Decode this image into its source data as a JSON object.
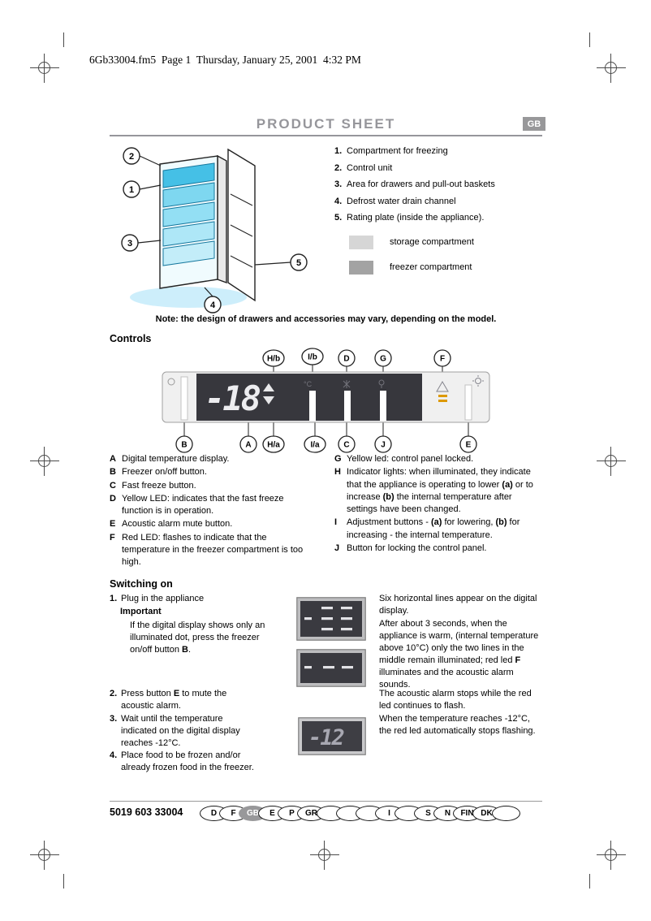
{
  "page": {
    "header_line": "6Gb33004.fm5  Page 1  Thursday, January 25, 2001  4:32 PM",
    "title": "PRODUCT SHEET",
    "lang_badge": "GB"
  },
  "parts_list": {
    "items": [
      {
        "num": "1.",
        "text": "Compartment for freezing"
      },
      {
        "num": "2.",
        "text": "Control unit"
      },
      {
        "num": "3.",
        "text": "Area for drawers and pull-out baskets"
      },
      {
        "num": "4.",
        "text": "Defrost water drain channel"
      },
      {
        "num": "5.",
        "text": "Rating plate (inside the appliance)."
      }
    ],
    "callout_numbers": [
      "1",
      "2",
      "3",
      "4",
      "5"
    ],
    "legend": [
      {
        "label": "storage compartment",
        "color": "#d6d6d6"
      },
      {
        "label": "freezer compartment",
        "color": "#a3a3a3"
      }
    ]
  },
  "note": "Note: the design of drawers and accessories may vary, depending on the model.",
  "controls": {
    "heading": "Controls",
    "display_value": "-18",
    "callouts_top": [
      "H/b",
      "I/b",
      "D",
      "G",
      "F"
    ],
    "callouts_bottom": [
      "B",
      "A",
      "H/a",
      "I/a",
      "C",
      "J",
      "E"
    ],
    "key_left": [
      {
        "letter": "A",
        "parts": [
          {
            "t": "Digital temperature display."
          }
        ]
      },
      {
        "letter": "B",
        "parts": [
          {
            "t": "Freezer on/off button."
          }
        ]
      },
      {
        "letter": "C",
        "parts": [
          {
            "t": "Fast freeze button."
          }
        ]
      },
      {
        "letter": "D",
        "parts": [
          {
            "t": "Yellow LED: indicates that the fast freeze function is in operation."
          }
        ]
      },
      {
        "letter": "E",
        "parts": [
          {
            "t": "Acoustic alarm mute button."
          }
        ]
      },
      {
        "letter": "F",
        "parts": [
          {
            "t": "Red LED: flashes to indicate that the temperature in the freezer compartment is too high."
          }
        ]
      }
    ],
    "key_right": [
      {
        "letter": "G",
        "parts": [
          {
            "t": "Yellow led: control panel locked."
          }
        ]
      },
      {
        "letter": "H",
        "parts": [
          {
            "t": "Indicator lights: when illuminated, they indicate that the appliance is operating to lower "
          },
          {
            "t": "(a)",
            "b": true
          },
          {
            "t": " or to increase "
          },
          {
            "t": "(b)",
            "b": true
          },
          {
            "t": " the internal temperature after settings have been changed."
          }
        ]
      },
      {
        "letter": "I",
        "parts": [
          {
            "t": "Adjustment buttons - "
          },
          {
            "t": "(a)",
            "b": true
          },
          {
            "t": " for lowering, "
          },
          {
            "t": "(b)",
            "b": true
          },
          {
            "t": " for increasing - the internal temperature."
          }
        ]
      },
      {
        "letter": "J",
        "parts": [
          {
            "t": "Button for locking the control panel."
          }
        ]
      }
    ]
  },
  "switching_on": {
    "heading": "Switching on",
    "steps": [
      {
        "num": "1.",
        "parts": [
          {
            "t": "Plug in the appliance"
          }
        ]
      },
      {
        "num": "2.",
        "parts": [
          {
            "t": "Press button "
          },
          {
            "t": "E",
            "b": true
          },
          {
            "t": " to mute the acoustic alarm."
          }
        ]
      },
      {
        "num": "3.",
        "parts": [
          {
            "t": "Wait until the temperature indicated on the digital display reaches -12°C."
          }
        ]
      },
      {
        "num": "4.",
        "parts": [
          {
            "t": "Place food to be frozen and/or already frozen food in the freezer."
          }
        ]
      }
    ],
    "important_label": "Important",
    "important_parts": [
      {
        "t": "If the digital display shows only an illuminated dot, press the freezer on/off button "
      },
      {
        "t": "B",
        "b": true
      },
      {
        "t": "."
      }
    ],
    "displays": [
      {
        "name": "six horizontal lines"
      },
      {
        "name": "two middle lines"
      },
      {
        "name": "temperature reading",
        "value": "-12"
      }
    ],
    "paragraphs": [
      {
        "parts": [
          {
            "t": "Six horizontal lines appear on the digital display."
          }
        ]
      },
      {
        "parts": [
          {
            "t": "After about 3 seconds, when the appliance is warm, (internal temperature above 10°C) only the two lines in the middle remain illuminated; red led "
          },
          {
            "t": "F",
            "b": true
          },
          {
            "t": " illuminates and the acoustic alarm sounds."
          }
        ]
      },
      {
        "parts": [
          {
            "t": "The acoustic alarm stops while the red led continues to flash."
          }
        ]
      },
      {
        "parts": [
          {
            "t": "When the temperature reaches -12°C, the red led automatically stops flashing."
          }
        ]
      }
    ]
  },
  "footer": {
    "code": "5019 603 33004",
    "languages": [
      {
        "label": "D"
      },
      {
        "label": "F"
      },
      {
        "label": "GB",
        "active": true
      },
      {
        "label": "E"
      },
      {
        "label": "P"
      },
      {
        "label": "GR"
      },
      {
        "label": ""
      },
      {
        "label": ""
      },
      {
        "label": ""
      },
      {
        "label": "I"
      },
      {
        "label": ""
      },
      {
        "label": "S"
      },
      {
        "label": "N"
      },
      {
        "label": "FIN"
      },
      {
        "label": "DK"
      },
      {
        "label": ""
      }
    ]
  }
}
